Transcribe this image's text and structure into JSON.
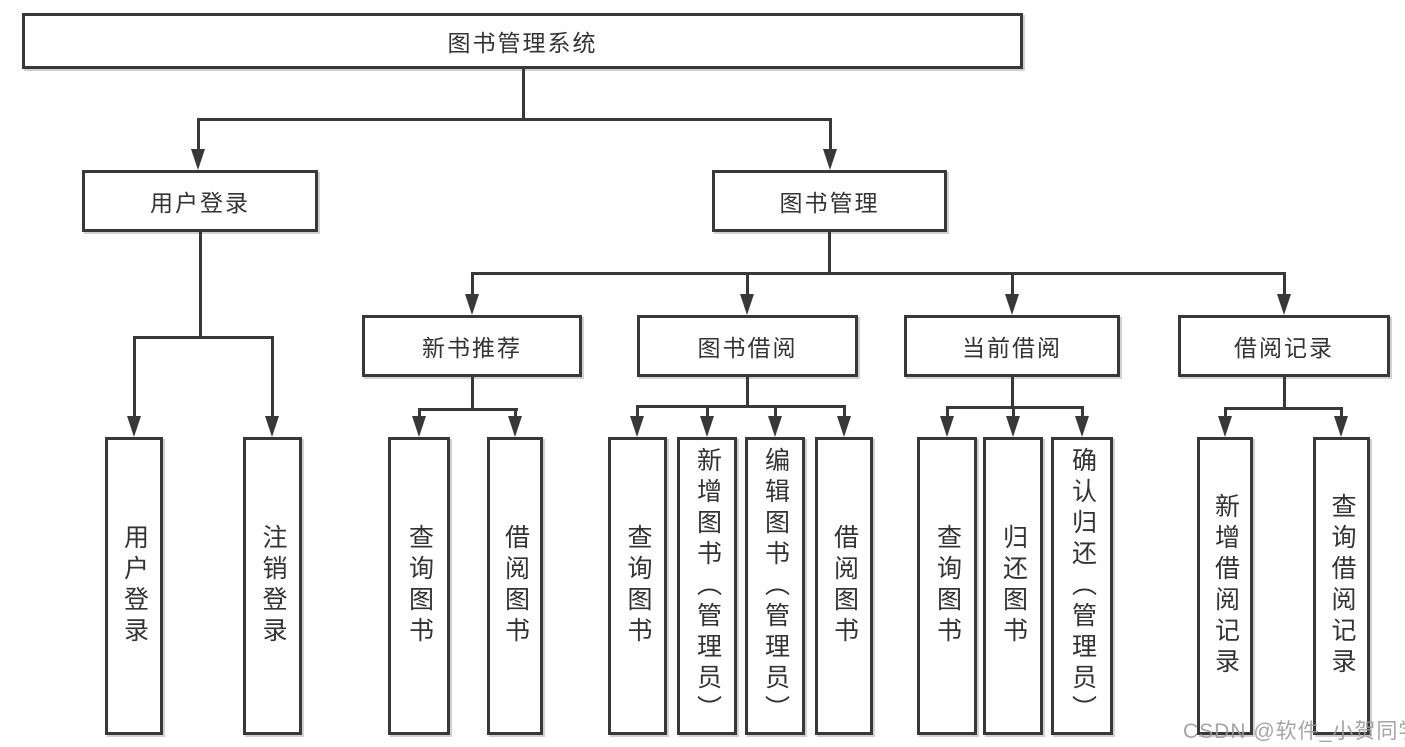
{
  "diagram": {
    "root": "图书管理系统",
    "user_login_branch": {
      "label": "用户登录",
      "children": [
        "用户登录",
        "注销登录"
      ]
    },
    "book_mgmt_branch": {
      "label": "图书管理",
      "groups": [
        {
          "label": "新书推荐",
          "children": [
            "查询图书",
            "借阅图书"
          ]
        },
        {
          "label": "图书借阅",
          "children": [
            "查询图书",
            "新增图书（管理员）",
            "编辑图书（管理员）",
            "借阅图书"
          ]
        },
        {
          "label": "当前借阅",
          "children": [
            "查询图书",
            "归还图书",
            "确认归还（管理员）"
          ]
        },
        {
          "label": "借阅记录",
          "children": [
            "新增借阅记录",
            "查询借阅记录"
          ]
        }
      ]
    }
  },
  "watermark": "CSDN @软件_小贺同学",
  "colors": {
    "line": "#383838",
    "text": "#333333",
    "watermark": "#9b9b9b",
    "background": "#ffffff"
  }
}
